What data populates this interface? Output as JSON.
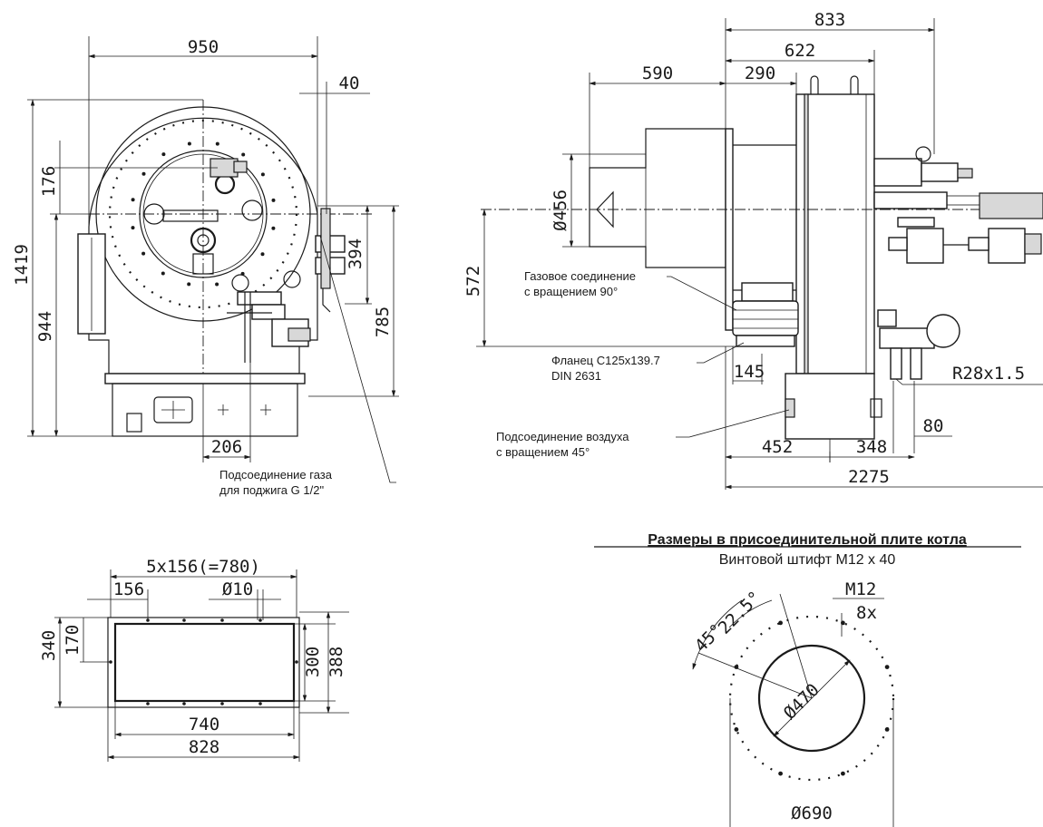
{
  "front_view": {
    "dim_width": "950",
    "dim_offset": "40",
    "dim_height_total": "1419",
    "dim_height_axis": "944",
    "dim_upper": "176",
    "dim_right_1": "394",
    "dim_right_2": "785",
    "dim_bottom": "206",
    "note_ignition_1": "Подсоединение газа",
    "note_ignition_2": "для поджига G 1/2\""
  },
  "side_view": {
    "dim_total_top": "833",
    "dim_622": "622",
    "dim_590": "590",
    "dim_290": "290",
    "dim_dia_456": "Ø456",
    "dim_572": "572",
    "dim_145": "145",
    "dim_r28": "R28x1.5",
    "dim_80": "80",
    "dim_452": "452",
    "dim_348": "348",
    "dim_2275": "2275",
    "note_gas_1": "Газовое соединение",
    "note_gas_2": "с вращением 90°",
    "note_flange_1": "Фланец C125x139.7",
    "note_flange_2": "DIN 2631",
    "note_air_1": "Подсоединение воздуха",
    "note_air_2": "с вращением 45°"
  },
  "bottom_view": {
    "dim_pitch": "5x156(=780)",
    "dim_156": "156",
    "dim_dia_10": "Ø10",
    "dim_340": "340",
    "dim_170": "170",
    "dim_300": "300",
    "dim_388": "388",
    "dim_740": "740",
    "dim_828": "828"
  },
  "plate_view": {
    "title": "Размеры в присоединительной плите котла",
    "subtitle": "Винтовой штифт M12 x 40",
    "dim_m12": "M12",
    "dim_8x": "8x",
    "dim_45": "45°",
    "dim_22_5": "22.5°",
    "dim_dia_470": "Ø470",
    "dim_dia_690": "Ø690"
  }
}
